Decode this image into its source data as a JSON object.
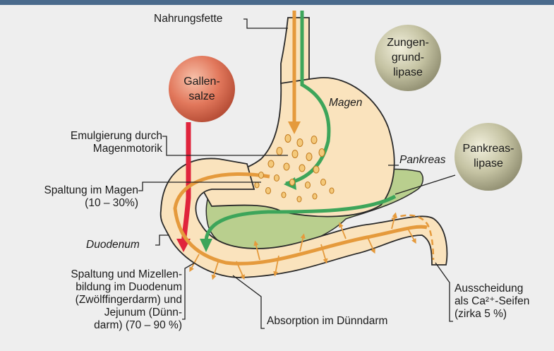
{
  "colors": {
    "header": "#4a6a8c",
    "background": "#eeeeee",
    "stomach": "#fae3bd",
    "outline": "#2a2a2a",
    "fat_path": "#e59a3c",
    "lipase_path": "#3da55a",
    "bile_path": "#e0243c",
    "pancreas": "#b9cf8e",
    "bile_sphere": "#e2785c",
    "lipase_sphere": "#c5c3a3"
  },
  "labels": {
    "nahrungsfette": "Nahrungsfette",
    "emulgierung": [
      "Emulgierung durch",
      "Magenmotorik"
    ],
    "spaltung_magen": [
      "Spaltung im Magen",
      "(10 – 30%)"
    ],
    "duodenum": "Duodenum",
    "spaltung_duodenum": [
      "Spaltung und Mizellen-",
      "bildung im Duodenum",
      "(Zwölffingerdarm) und",
      "Jejunum (Dünn-",
      "darm) (70 – 90 %)"
    ],
    "absorption": "Absorption im Dünndarm",
    "ausscheidung": [
      "Ausscheidung",
      "als Ca²⁺-Seifen",
      "(zirka 5 %)"
    ],
    "magen": "Magen",
    "pankreas": "Pankreas"
  },
  "spheres": {
    "gallensalze": [
      "Gallen-",
      "salze"
    ],
    "zungengrundlipase": [
      "Zungen-",
      "grund-",
      "lipase"
    ],
    "pankreaslipase": [
      "Pankreas-",
      "lipase"
    ]
  }
}
